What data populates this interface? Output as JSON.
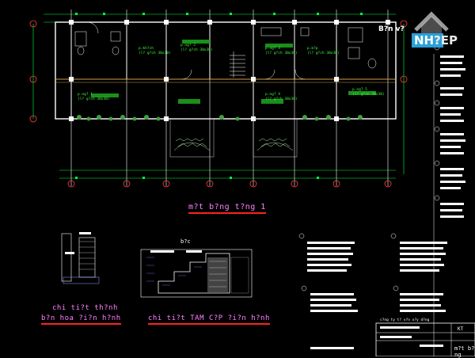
{
  "plan": {
    "title": "m?t b?ng t?ng 1",
    "rooms": [
      {
        "name": "p.ng? 1",
        "note": "(l? g?ch 30x30)"
      },
      {
        "name": "p.kh?ch",
        "note": "(l? g?ch 30x30)"
      },
      {
        "name": "p.ng? 2",
        "note": "(l? g?ch 30x30)"
      },
      {
        "name": "p.ng? 3",
        "note": "(l? g?ch 30x30)"
      },
      {
        "name": "p.b?p",
        "note": "(l? g?ch 30x30)"
      },
      {
        "name": "p.ng? 4",
        "note": "(l? g?ch 30x30)"
      },
      {
        "name": "p.ng? 5",
        "note": "(l? g?ch 30x30)"
      }
    ]
  },
  "details": {
    "left_title_1": "chi ti?t th?nh",
    "left_title_2": "b?n hoa ?i?n h?nh",
    "mid_title": "chi ti?t TAM C?P ?i?n h?nh",
    "mid_scale": "b?c"
  },
  "title_block": {
    "line1": "c?ng ty t? v?n x?y d?ng",
    "line2": "m?t b?ng",
    "sheet": "KT"
  },
  "logo": {
    "prefix": "B?n v?",
    "brand_left": "NH?",
    "brand_right": "?EP"
  },
  "colors": {
    "background": "#000000",
    "wall": "#ffffff",
    "dimension": "#00ff40",
    "title": "#ff80ff",
    "underline": "#ff2020",
    "axis": "#ff4040",
    "hatch": "#d0d0d0"
  }
}
